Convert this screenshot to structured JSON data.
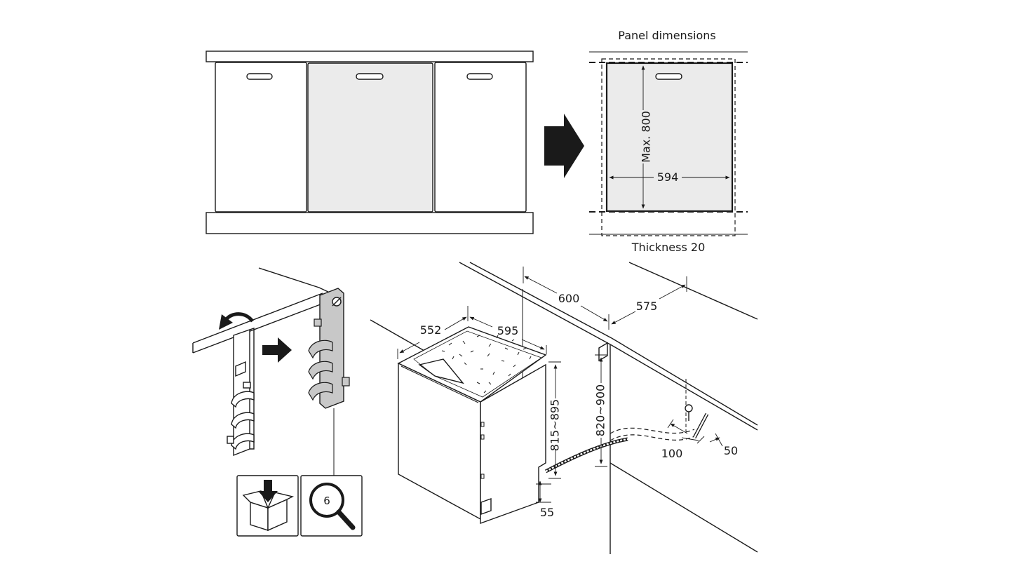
{
  "labels": {
    "panel_title": "Panel dimensions",
    "panel_height": "Max. 800",
    "panel_width": "594",
    "panel_thickness": "Thickness 20",
    "niche_width": "600",
    "niche_depth": "575",
    "appliance_depth": "552",
    "appliance_width": "595",
    "appliance_height": "815~895",
    "niche_height": "820~900",
    "plinth": "55",
    "hose_offset": "100",
    "outlet_offset": "50",
    "reference_page": "6"
  },
  "icons": {
    "box": "box-down-arrow-icon",
    "magnifier": "magnifier-icon",
    "arrow": "right-arrow-icon",
    "rotate": "rotate-arrow-icon"
  },
  "colors": {
    "line": "#1a1a1a",
    "panel_fill": "#ebebeb",
    "bracket_fill": "#c8c8c8"
  }
}
